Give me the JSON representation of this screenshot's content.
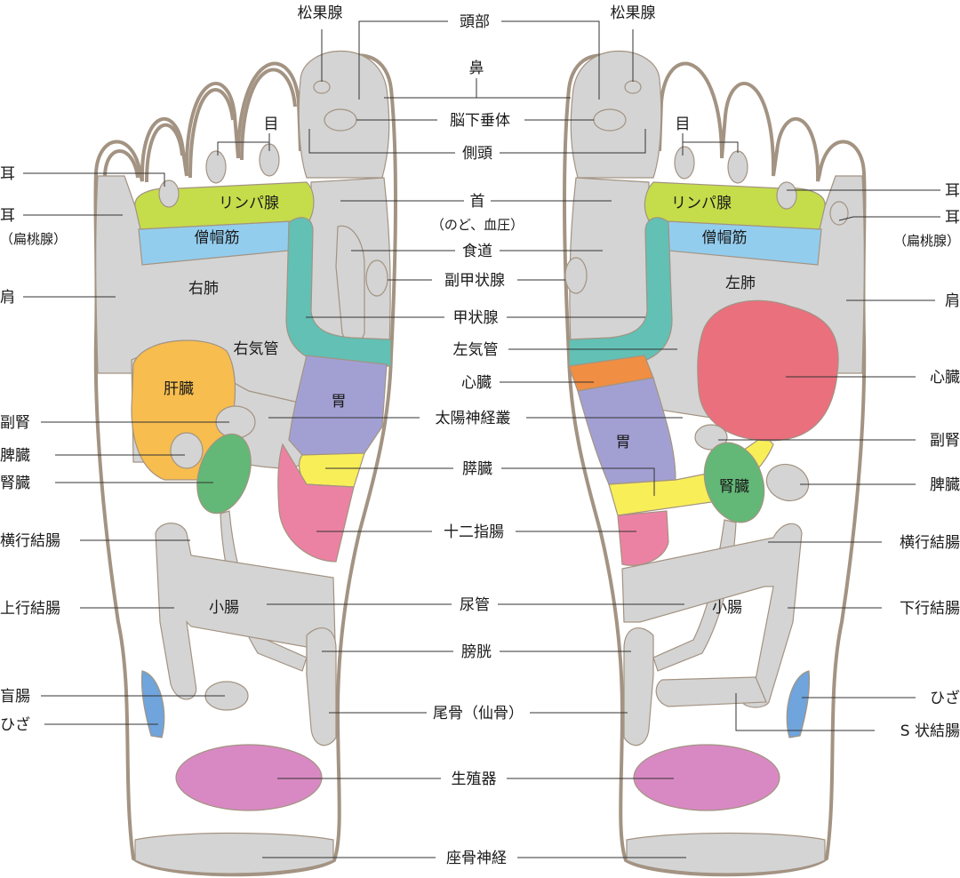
{
  "colors": {
    "outline": "#a39382",
    "zone_gray": "#d4d4d4",
    "lymph": "#c5dd4b",
    "trapezius": "#93cdee",
    "esophagus": "#62c0b5",
    "liver": "#f7bd4f",
    "stomach": "#a2a0d3",
    "pancreas": "#f8ee58",
    "duodenum": "#ec82a3",
    "kidney": "#63b877",
    "heart": "#ea707e",
    "bronchus_left": "#f08e43",
    "knee": "#6fa4dc",
    "genital": "#d889c3"
  },
  "center_labels": {
    "head": "頭部",
    "nose": "鼻",
    "pituitary": "脳下垂体",
    "temple": "側頭",
    "neck": "首",
    "neck_sub": "（のど、血圧）",
    "esophagus": "食道",
    "parathyroid": "副甲状腺",
    "thyroid": "甲状腺",
    "left_bronchus": "左気管",
    "heart": "心臓",
    "solar_plexus": "太陽神経叢",
    "pancreas": "膵臓",
    "duodenum": "十二指腸",
    "ureter": "尿管",
    "bladder": "膀胱",
    "coccyx": "尾骨（仙骨）",
    "genital": "生殖器",
    "sciatic": "座骨神経"
  },
  "left_labels": {
    "pineal": "松果腺",
    "eye": "目",
    "ear": "耳",
    "ear2": "耳",
    "ear2_sub": "（扁桃腺）",
    "shoulder": "肩",
    "adrenal": "副腎",
    "spleen": "脾臓",
    "kidney": "腎臓",
    "transverse_colon": "横行結腸",
    "ascending_colon": "上行結腸",
    "cecum": "盲腸",
    "knee": "ひざ"
  },
  "right_labels": {
    "pineal": "松果腺",
    "eye": "目",
    "ear": "耳",
    "ear2": "耳",
    "ear2_sub": "（扁桃腺）",
    "shoulder": "肩",
    "heart": "心臓",
    "adrenal": "副腎",
    "spleen": "脾臓",
    "transverse_colon": "横行結腸",
    "descending_colon": "下行結腸",
    "knee": "ひざ",
    "sigmoid_colon": "S 状結腸"
  },
  "left_foot_inner": {
    "lymph": "リンパ腺",
    "trapezius": "僧帽筋",
    "lung": "右肺",
    "bronchus": "右気管",
    "liver": "肝臓",
    "stomach": "胃",
    "small_intestine": "小腸"
  },
  "right_foot_inner": {
    "lymph": "リンパ腺",
    "trapezius": "僧帽筋",
    "lung": "左肺",
    "stomach": "胃",
    "kidney": "腎臓",
    "small_intestine": "小腸"
  }
}
